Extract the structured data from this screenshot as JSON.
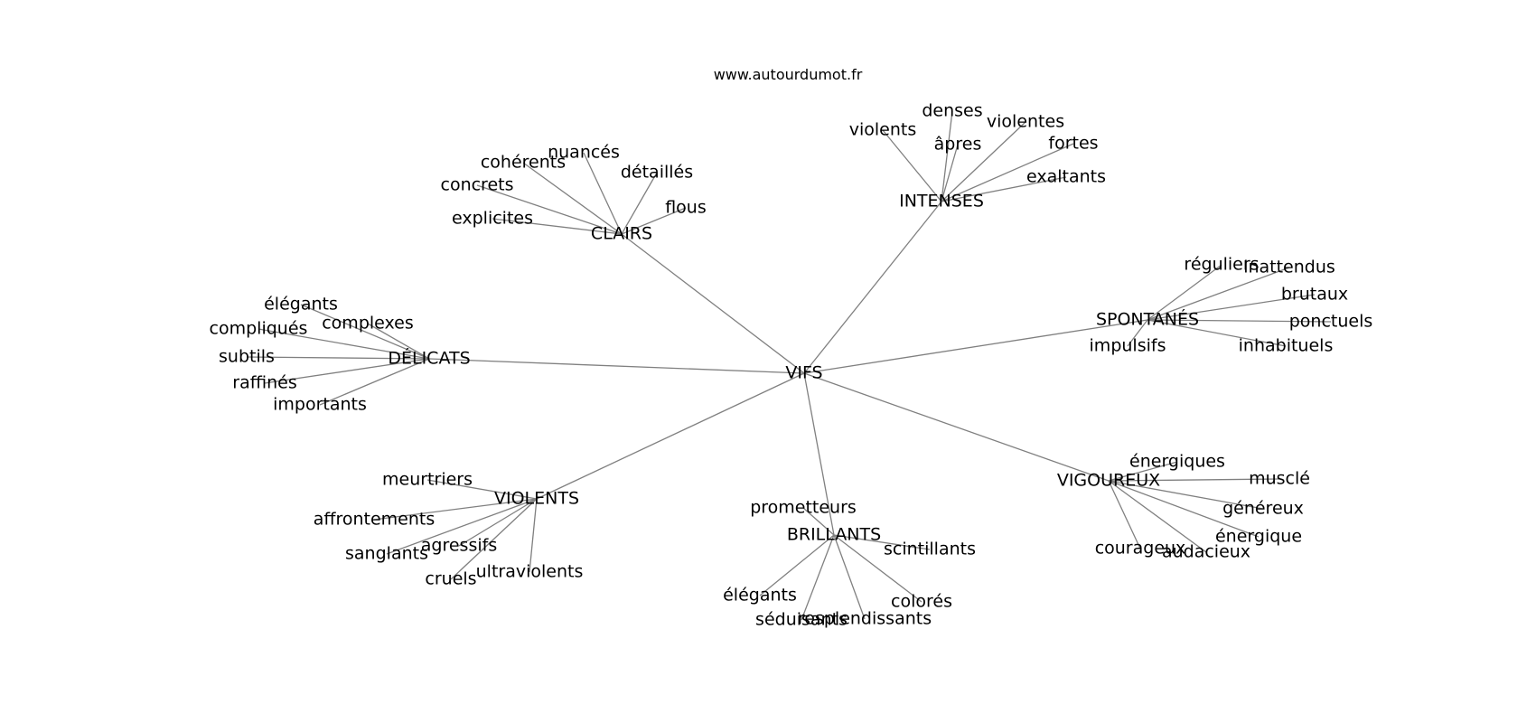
{
  "source": "www.autourdumot.fr",
  "graph": {
    "center": "VIFS",
    "groups": [
      {
        "id": "clairs",
        "label": "CLAIRS",
        "leaves": [
          "explicites",
          "concrets",
          "cohérents",
          "nuancés",
          "détaillés",
          "flous"
        ]
      },
      {
        "id": "intenses",
        "label": "INTENSES",
        "leaves": [
          "violents",
          "denses",
          "âpres",
          "violentes",
          "fortes",
          "exaltants"
        ]
      },
      {
        "id": "spontanes",
        "label": "SPONTANÉS",
        "leaves": [
          "réguliers",
          "inattendus",
          "brutaux",
          "ponctuels",
          "inhabituels",
          "impulsifs"
        ]
      },
      {
        "id": "vigoureux",
        "label": "VIGOUREUX",
        "leaves": [
          "énergiques",
          "musclé",
          "généreux",
          "énergique",
          "audacieux",
          "courageux"
        ]
      },
      {
        "id": "brillants",
        "label": "BRILLANTS",
        "leaves": [
          "prometteurs",
          "scintillants",
          "colorés",
          "resplendissants",
          "séduisants",
          "élégants"
        ]
      },
      {
        "id": "violents",
        "label": "VIOLENTS",
        "leaves": [
          "meurtriers",
          "affrontements",
          "sanglants",
          "agressifs",
          "cruels",
          "ultraviolents"
        ]
      },
      {
        "id": "delicats",
        "label": "DÉLICATS",
        "leaves": [
          "élégants",
          "compliqués",
          "complexes",
          "subtils",
          "raffinés",
          "importants"
        ]
      }
    ]
  }
}
